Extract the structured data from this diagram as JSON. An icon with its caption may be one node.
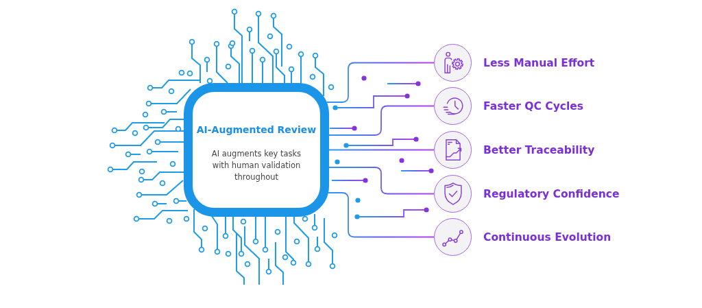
{
  "diagram": {
    "nodes": [
      {
        "text": [
          "AI-Augmented Review",
          "AI augments key tasks with human validation throughout"
        ]
      },
      {
        "text": [],
        "shape": "circle",
        "beside": [
          "Less Manual Effort"
        ]
      },
      {
        "text": [],
        "shape": "circle",
        "beside": [
          "Faster QC Cycles"
        ]
      },
      {
        "text": [],
        "shape": "circle",
        "beside": [
          "Better Traceability"
        ]
      },
      {
        "text": [],
        "shape": "circle",
        "beside": [
          "Regulatory Confidence"
        ]
      },
      {
        "text": [],
        "shape": "circle",
        "beside": [
          "Continuous Evolution"
        ]
      }
    ],
    "edges": [
      {
        "from": 0,
        "to": 1,
        "arrow": "none"
      },
      {
        "from": 0,
        "to": 2,
        "arrow": "none"
      },
      {
        "from": 0,
        "to": 3,
        "arrow": "none"
      },
      {
        "from": 0,
        "to": 4,
        "arrow": "none"
      },
      {
        "from": 0,
        "to": 5,
        "arrow": "none"
      }
    ]
  }
}
